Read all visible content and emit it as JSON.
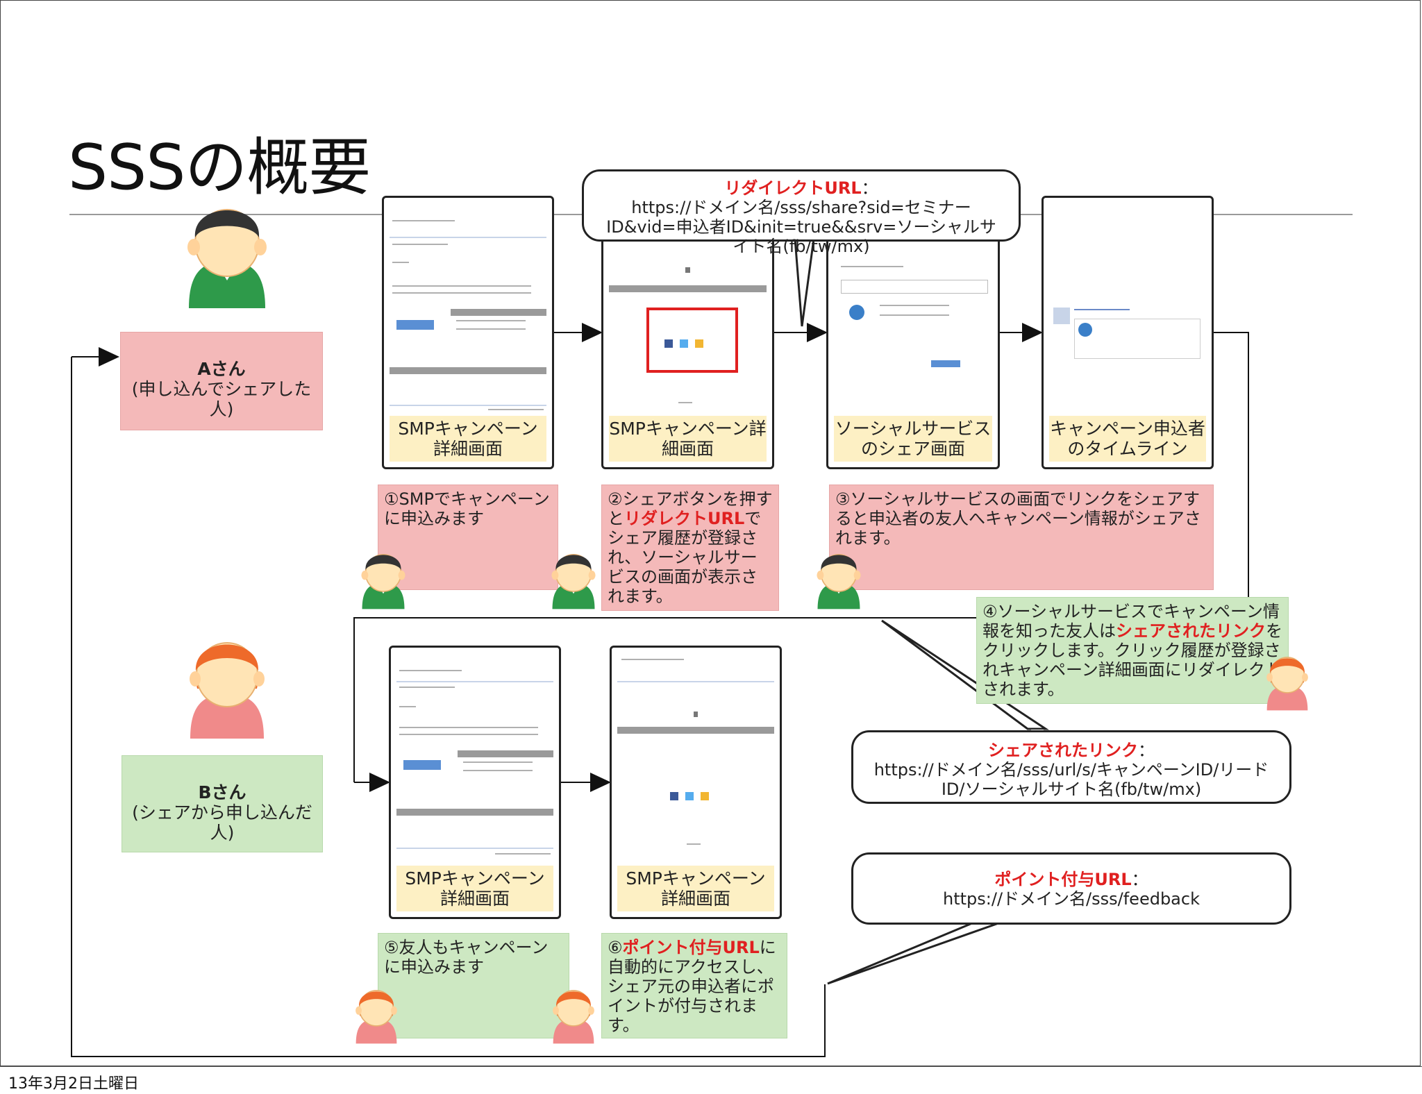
{
  "title": "SSSの概要",
  "footer_date": "13年3月2日土曜日",
  "person_a": {
    "name": "Aさん",
    "desc": "(申し込んでシェアした人)"
  },
  "person_b": {
    "name": "Bさん",
    "desc": "(シェアから申し込んだ人)"
  },
  "screens": {
    "a1": "SMPキャンペーン詳細画面",
    "a2": "SMPキャンペーン詳細画面",
    "a3": "ソーシャルサービスのシェア画面",
    "a4": "キャンペーン申込者のタイムライン",
    "b1": "SMPキャンペーン詳細画面",
    "b2": "SMPキャンペーン詳細画面"
  },
  "steps": {
    "s1": "①SMPでキャンペーンに申込みます",
    "s2_pre": "②シェアボタンを押すと",
    "s2_red": "リダレクトURL",
    "s2_post": "でシェア履歴が登録され、ソーシャルサービスの画面が表示されます。",
    "s3": "③ソーシャルサービスの画面でリンクをシェアすると申込者の友人へキャンペーン情報がシェアされます。",
    "s4_pre": "④ソーシャルサービスでキャンペーン情報を知った友人は",
    "s4_red": "シェアされたリンク",
    "s4_post": "をクリックします。クリック履歴が登録されキャンペーン詳細画面にリダイレクトされます。",
    "s5": "⑤友人もキャンペーンに申込みます",
    "s6_pre": "⑥",
    "s6_red": "ポイント付与URL",
    "s6_post": "に自動的にアクセスし、シェア元の申込者にポイントが付与されます。"
  },
  "bubbles": {
    "redirect_head": "リダイレクトURL",
    "redirect_colon": "：",
    "redirect_body": "https://ドメイン名/sss/share?sid=セミナーID&vid=申込者ID&init=true&&srv=ソーシャルサイト名(fb/tw/mx)",
    "shared_head": "シェアされたリンク",
    "shared_colon": "：",
    "shared_body": "https://ドメイン名/sss/url/s/キャンペーンID/リードID/ソーシャルサイト名(fb/tw/mx)",
    "point_head": "ポイント付与URL",
    "point_colon": "：",
    "point_body": "https://ドメイン名/sss/feedback"
  },
  "colors": {
    "pink": "#f4b9b9",
    "green": "#cde8c2",
    "caption": "#fdf0c4",
    "accent_red": "#e02020"
  }
}
